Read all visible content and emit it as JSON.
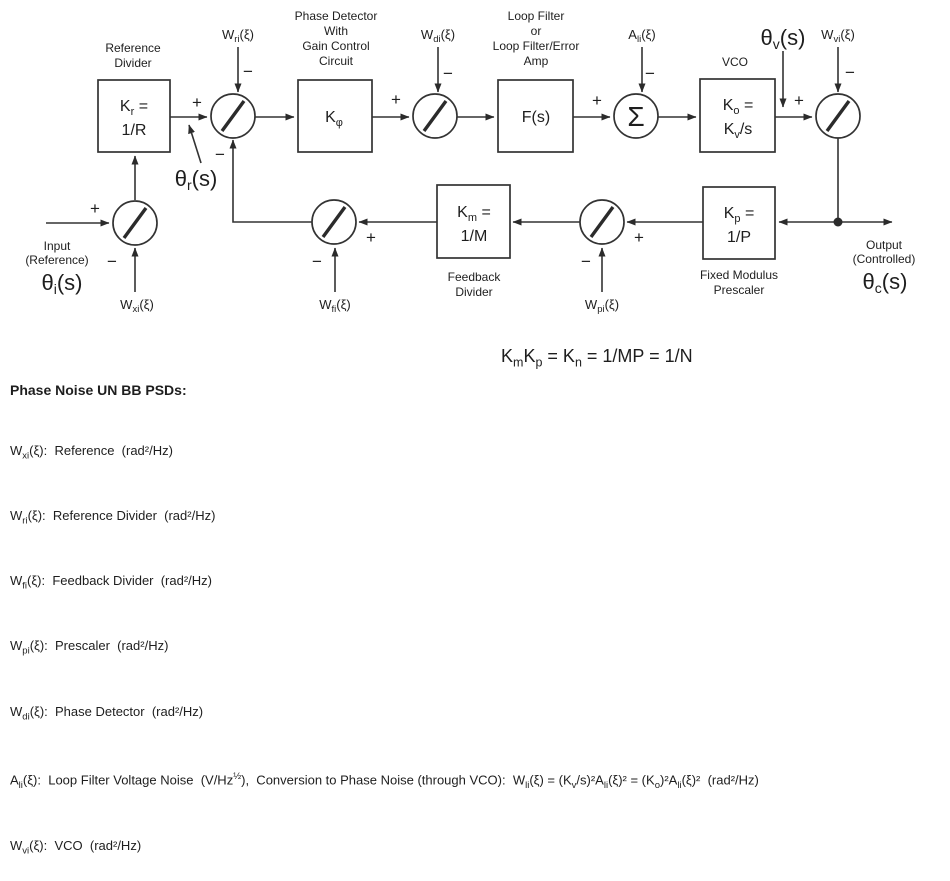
{
  "diagram": {
    "captions": {
      "ref_divider": [
        "Reference",
        "Divider"
      ],
      "phase_detector": [
        "Phase Detector",
        "With",
        "Gain Control",
        "Circuit"
      ],
      "loop_filter": [
        "Loop Filter",
        "or",
        "Loop Filter/Error",
        "Amp"
      ],
      "vco": "VCO",
      "feedback_divider": [
        "Feedback",
        "Divider"
      ],
      "prescaler": [
        "Fixed Modulus",
        "Prescaler"
      ],
      "input": [
        "Input",
        "(Reference)"
      ],
      "output": [
        "Output",
        "(Controlled)"
      ]
    },
    "blocks": {
      "kr": {
        "l1m": "K",
        "l1s": "r",
        "l1r": " =",
        "l2": "1/R"
      },
      "kphi": {
        "m": "K",
        "s": "φ"
      },
      "fs": "F(s)",
      "ko": {
        "l1m": "K",
        "l1s": "o",
        "l1r": " =",
        "l2m": "K",
        "l2s": "v",
        "l2r": "/s"
      },
      "kp": {
        "l1m": "K",
        "l1s": "p",
        "l1r": " =",
        "l2": "1/P"
      },
      "km": {
        "l1m": "K",
        "l1s": "m",
        "l1r": " =",
        "l2": "1/M"
      }
    },
    "signals": {
      "theta_i": {
        "m": "θ",
        "s": "i",
        "r": "(s)"
      },
      "theta_r": {
        "m": "θ",
        "s": "r",
        "r": "(s)"
      },
      "theta_v": {
        "m": "θ",
        "s": "v",
        "r": "(s)"
      },
      "theta_c": {
        "m": "θ",
        "s": "c",
        "r": "(s)"
      },
      "sum": "Σ"
    },
    "noise": {
      "wxi": {
        "m": "W",
        "s": "xi",
        "r": "(ξ)"
      },
      "wri": {
        "m": "W",
        "s": "ri",
        "r": "(ξ)"
      },
      "wdi": {
        "m": "W",
        "s": "di",
        "r": "(ξ)"
      },
      "ali": {
        "m": "A",
        "s": "li",
        "r": "(ξ)"
      },
      "wvi": {
        "m": "W",
        "s": "vi",
        "r": "(ξ)"
      },
      "wpi": {
        "m": "W",
        "s": "pi",
        "r": "(ξ)"
      },
      "wfi": {
        "m": "W",
        "s": "fi",
        "r": "(ξ)"
      }
    },
    "signs": {
      "plus": "+",
      "minus": "−"
    }
  },
  "formula": {
    "p1": "K",
    "s1": "m",
    "p2": "K",
    "s2": "p",
    "p3": " = K",
    "s3": "n",
    "p4": " = 1/MP = 1/N"
  },
  "psd": {
    "heading": "Phase Noise UN BB PSDs:",
    "wxi": {
      "sym": "W",
      "sub": "xi",
      "rest": "(ξ):  Reference  (rad²/Hz)"
    },
    "wri": {
      "sym": "W",
      "sub": "ri",
      "rest": "(ξ):  Reference Divider  (rad²/Hz)"
    },
    "wfi": {
      "sym": "W",
      "sub": "fi",
      "rest": "(ξ):  Feedback Divider  (rad²/Hz)"
    },
    "wpi": {
      "sym": "W",
      "sub": "pi",
      "rest": "(ξ):  Prescaler  (rad²/Hz)"
    },
    "wdi": {
      "sym": "W",
      "sub": "di",
      "rest": "(ξ):  Phase Detector  (rad²/Hz)"
    },
    "ali": {
      "sym": "A",
      "sub": "li",
      "t1": "(ξ):  Loop Filter Voltage Noise  (V/Hz",
      "sup": "½",
      "t2": "),  Conversion to Phase Noise (through VCO):  W",
      "sub2": "li",
      "t3": "(ξ) = (K",
      "sub3": "v",
      "t4": "/s)²A",
      "sub4": "li",
      "t5": "(ξ)² = (K",
      "sub5": "o",
      "t6": ")²A",
      "sub6": "li",
      "t7": "(ξ)²  (rad²/Hz)"
    },
    "wvi": {
      "sym": "W",
      "sub": "vi",
      "rest": "(ξ):  VCO  (rad²/Hz)"
    }
  },
  "colors": {
    "ink": "#1e1e1e",
    "line": "#333333",
    "background": "#ffffff"
  }
}
